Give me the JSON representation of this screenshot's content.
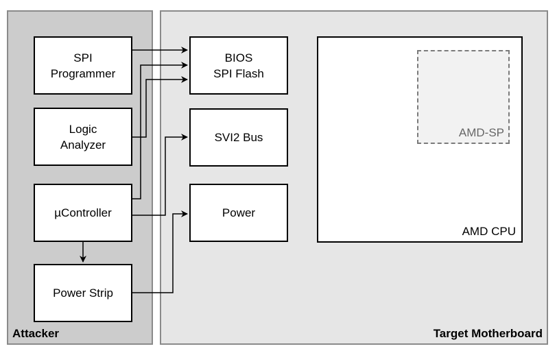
{
  "panels": {
    "attacker": "Attacker",
    "target": "Target Motherboard"
  },
  "attacker_boxes": {
    "spi_programmer": "SPI\nProgrammer",
    "logic_analyzer": "Logic\nAnalyzer",
    "ucontroller": "µController",
    "power_strip": "Power Strip"
  },
  "target_boxes": {
    "bios_flash": "BIOS\nSPI Flash",
    "svi2_bus": "SVI2 Bus",
    "power": "Power"
  },
  "cpu": {
    "label": "AMD CPU",
    "sp_label": "AMD-SP"
  },
  "colors": {
    "attacker_bg": "#cccccc",
    "target_bg": "#e6e6e6",
    "panel_border": "#8a8a8a",
    "sp_border": "#7a7a7a"
  }
}
